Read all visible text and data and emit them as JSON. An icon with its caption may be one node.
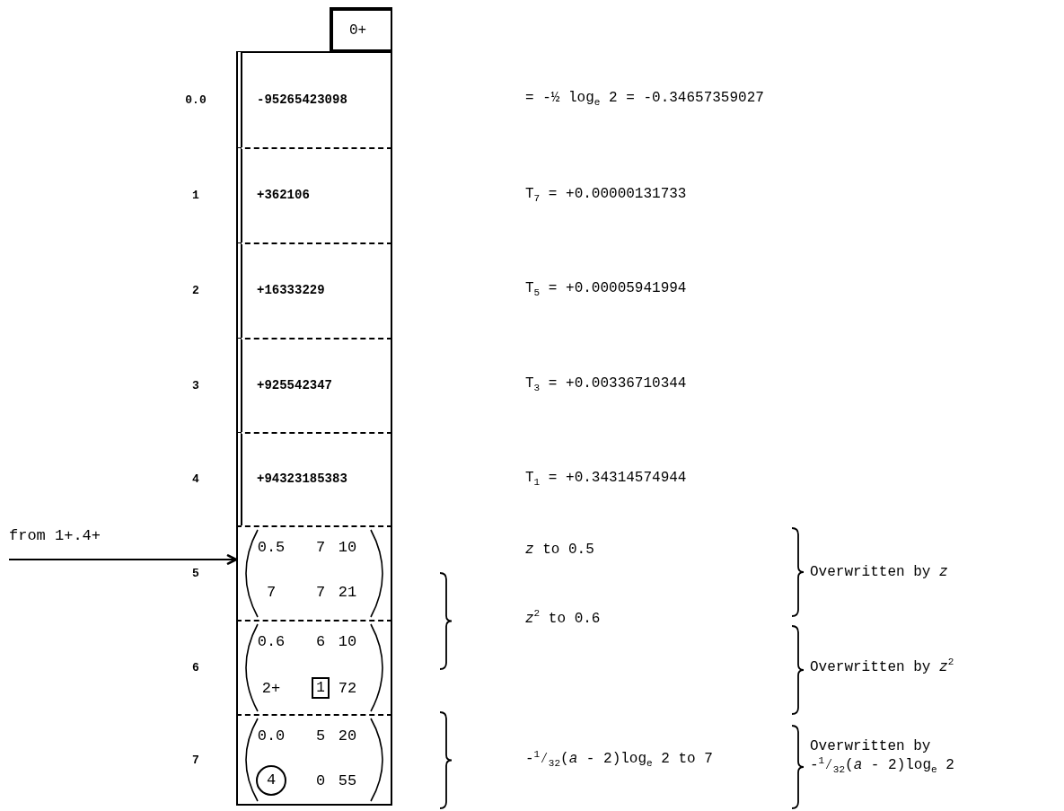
{
  "diagram": {
    "nodes": [
      {
        "text": [
          "0+"
        ]
      },
      {
        "text": [
          "-95265423098"
        ],
        "beside": [
          "0.0"
        ]
      },
      {
        "text": [
          "+362106"
        ],
        "beside": [
          "1"
        ]
      },
      {
        "text": [
          "+16333229"
        ],
        "beside": [
          "2"
        ]
      },
      {
        "text": [
          "+925542347"
        ],
        "beside": [
          "3"
        ]
      },
      {
        "text": [
          "+94323185383"
        ],
        "beside": [
          "4"
        ]
      },
      {
        "text": [
          "from 1+.4+"
        ]
      },
      {
        "text": [
          "0.5",
          "7",
          "10",
          "7",
          "7",
          "21"
        ],
        "beside": [
          "5"
        ]
      },
      {
        "text": [
          "0.6",
          "6",
          "10",
          "2+",
          "72"
        ],
        "beside": [
          "6"
        ]
      },
      {
        "text": [
          "1"
        ],
        "in": 8
      },
      {
        "text": [
          "0.0",
          "5",
          "20",
          "0",
          "55"
        ],
        "beside": [
          "7"
        ]
      },
      {
        "text": [
          "4"
        ],
        "in": 10
      }
    ],
    "edges": [
      {
        "from": 6,
        "to": 7,
        "arrow": "to"
      }
    ],
    "labels": [
      "= -½ log$_{e}$ 2 = -0.34657359027",
      "T$_{7}$ = +0.00000131733",
      "T$_{5}$ = +0.00005941994",
      "T$_{3}$ = +0.00336710344",
      "T$_{1}$ = +0.34314574944",
      "*z* to 0.5",
      "Overwritten by *z*",
      "*z*$^{2}$ to 0.6",
      "Overwritten by *z*$^{2}$",
      "-$^{1}$⁄$_{32}$(*a* - 2)log$_{e}$ 2 to 7",
      "Overwritten by -$^{1}$⁄$_{32}$(*a* - 2)log$_{e}$ 2"
    ]
  }
}
